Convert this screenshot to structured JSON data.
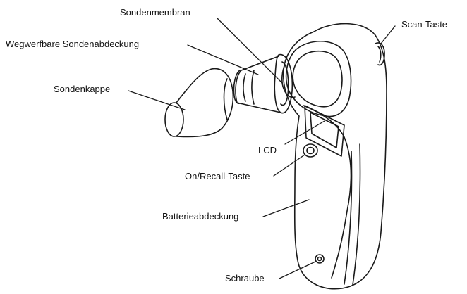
{
  "labels": {
    "probe_membrane": "Sondenmembran",
    "disposable_probe_cover": "Wegwerfbare Sondenabdeckung",
    "probe_cap": "Sondenkappe",
    "scan_button": "Scan-Taste",
    "lcd": "LCD",
    "on_recall_button": "On/Recall-Taste",
    "battery_cover": "Batterieabdeckung",
    "screw": "Schraube"
  }
}
